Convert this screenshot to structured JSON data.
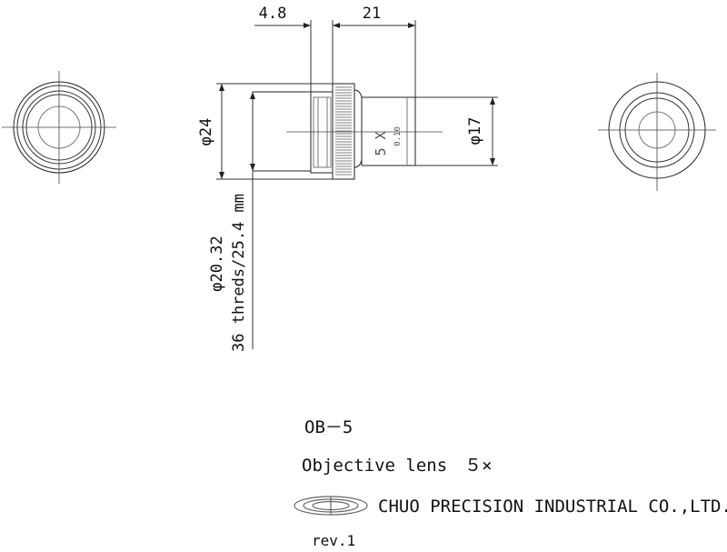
{
  "dimensions": {
    "flange_width": "4.8",
    "barrel_length": "21",
    "outer_diameter": "φ24",
    "barrel_diameter": "φ17",
    "thread_diameter": "φ20.32",
    "thread_spec": "36 threds/25.4 mm"
  },
  "lens_marking": {
    "magnification": "5 X",
    "numerical_aperture": "0.10"
  },
  "title_block": {
    "model": "OB－5",
    "description": "Objective lens　５×",
    "company": "CHUO PRECISION INDUSTRIAL CO.,LTD.",
    "revision": "rev.1"
  }
}
